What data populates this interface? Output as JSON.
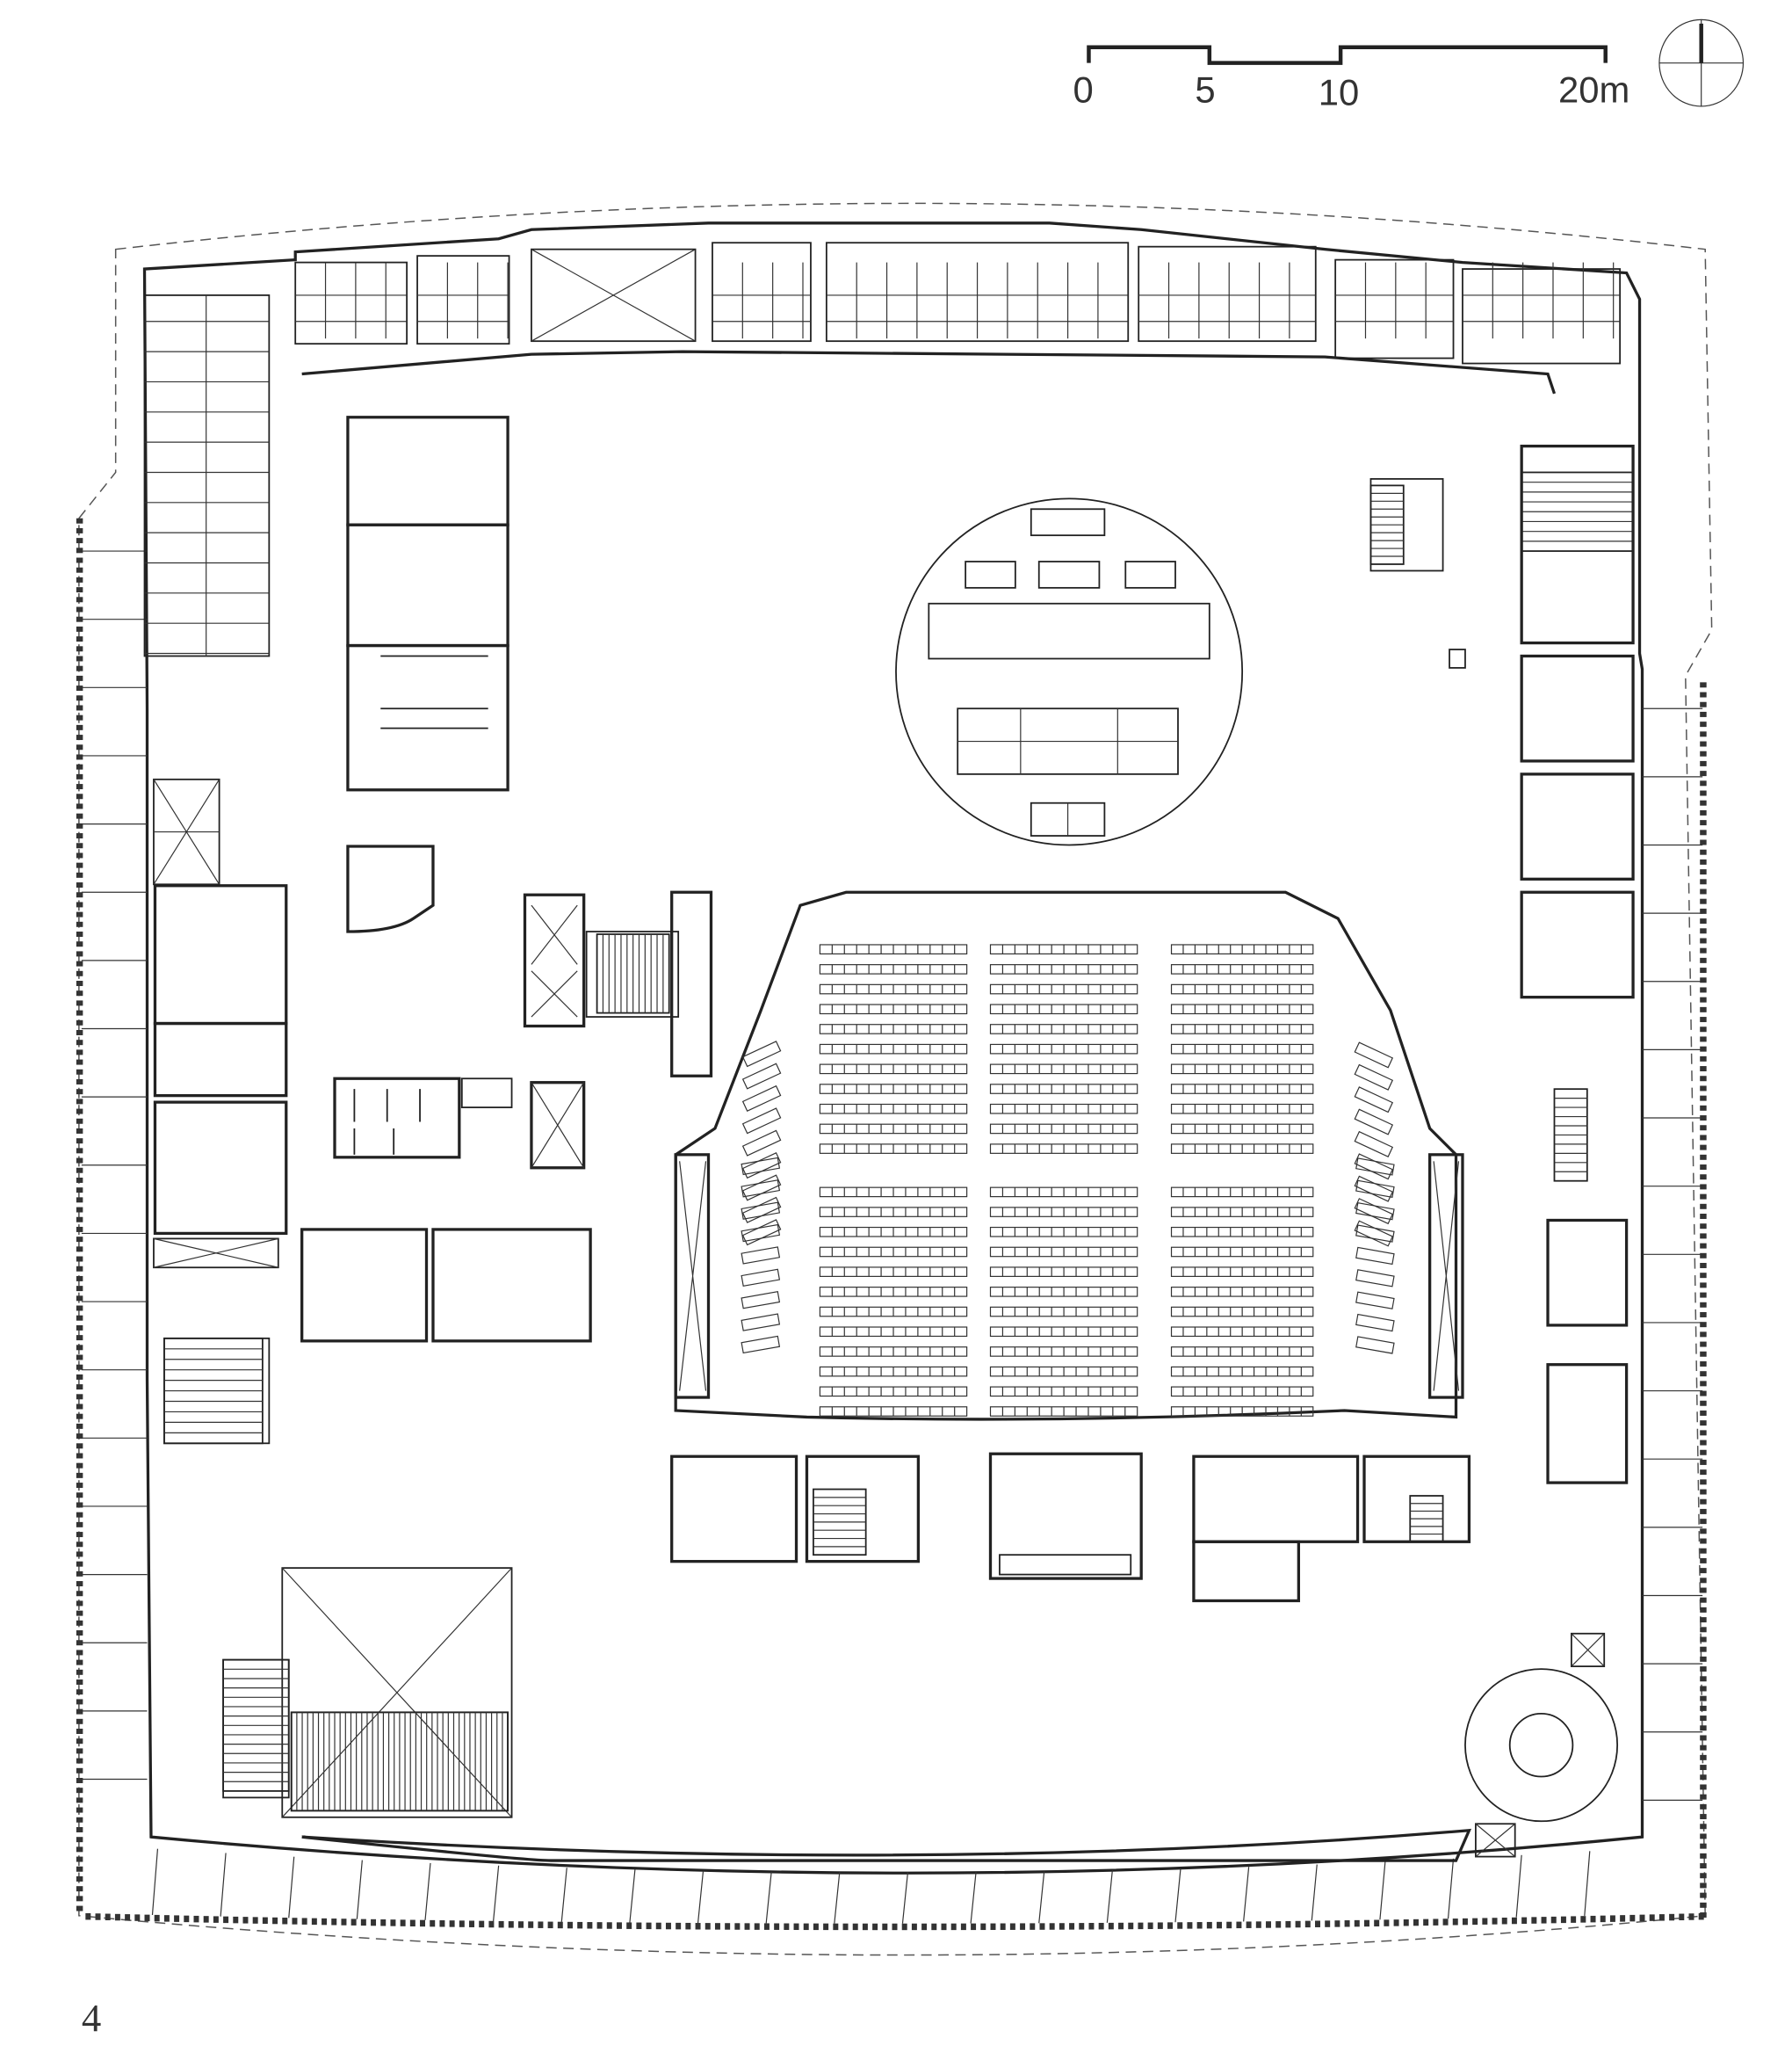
{
  "scale_bar": {
    "labels": [
      "0",
      "5",
      "10",
      "20m"
    ]
  },
  "north_arrow": {
    "icon": "north-arrow-icon"
  },
  "figure_number": "4",
  "colors": {
    "ink": "#222222",
    "paper": "#ffffff"
  }
}
